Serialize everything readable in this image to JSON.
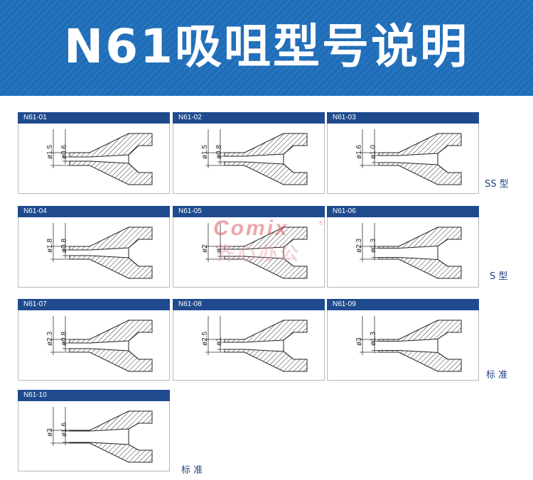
{
  "header": {
    "title": "N61吸咀型号说明"
  },
  "cards": [
    {
      "model": "N61-01",
      "outer": "ø1.5",
      "inner": "ø0.6",
      "bore": 0.6
    },
    {
      "model": "N61-02",
      "outer": "ø1.5",
      "inner": "ø0.8",
      "bore": 0.8
    },
    {
      "model": "N61-03",
      "outer": "ø1.6",
      "inner": "ø1.0",
      "bore": 1.0
    },
    {
      "model": "N61-04",
      "outer": "ø1.8",
      "inner": "ø0.8",
      "bore": 0.8
    },
    {
      "model": "N61-05",
      "outer": "ø2",
      "inner": "ø1",
      "bore": 1.0
    },
    {
      "model": "N61-06",
      "outer": "ø2.3",
      "inner": "ø1.3",
      "bore": 1.3
    },
    {
      "model": "N61-07",
      "outer": "ø2.3",
      "inner": "ø0.8",
      "bore": 0.8
    },
    {
      "model": "N61-08",
      "outer": "ø2.5",
      "inner": "ø1",
      "bore": 1.0
    },
    {
      "model": "N61-09",
      "outer": "ø3",
      "inner": "ø1.3",
      "bore": 1.3
    },
    {
      "model": "N61-10",
      "outer": "ø3",
      "inner": "ø1.6",
      "bore": 1.6
    }
  ],
  "type_labels": {
    "ss": "SS 型",
    "s": "S 型",
    "standard_1": "标 准",
    "standard_2": "标 准"
  },
  "watermark": {
    "brand": "omix",
    "registered": "®",
    "chinese": "齐心办公"
  },
  "colors": {
    "header_bg": "#1e6db8",
    "card_title_bg": "#1f4b8e",
    "label_text": "#1f3f80",
    "watermark": "#d93a4a"
  }
}
